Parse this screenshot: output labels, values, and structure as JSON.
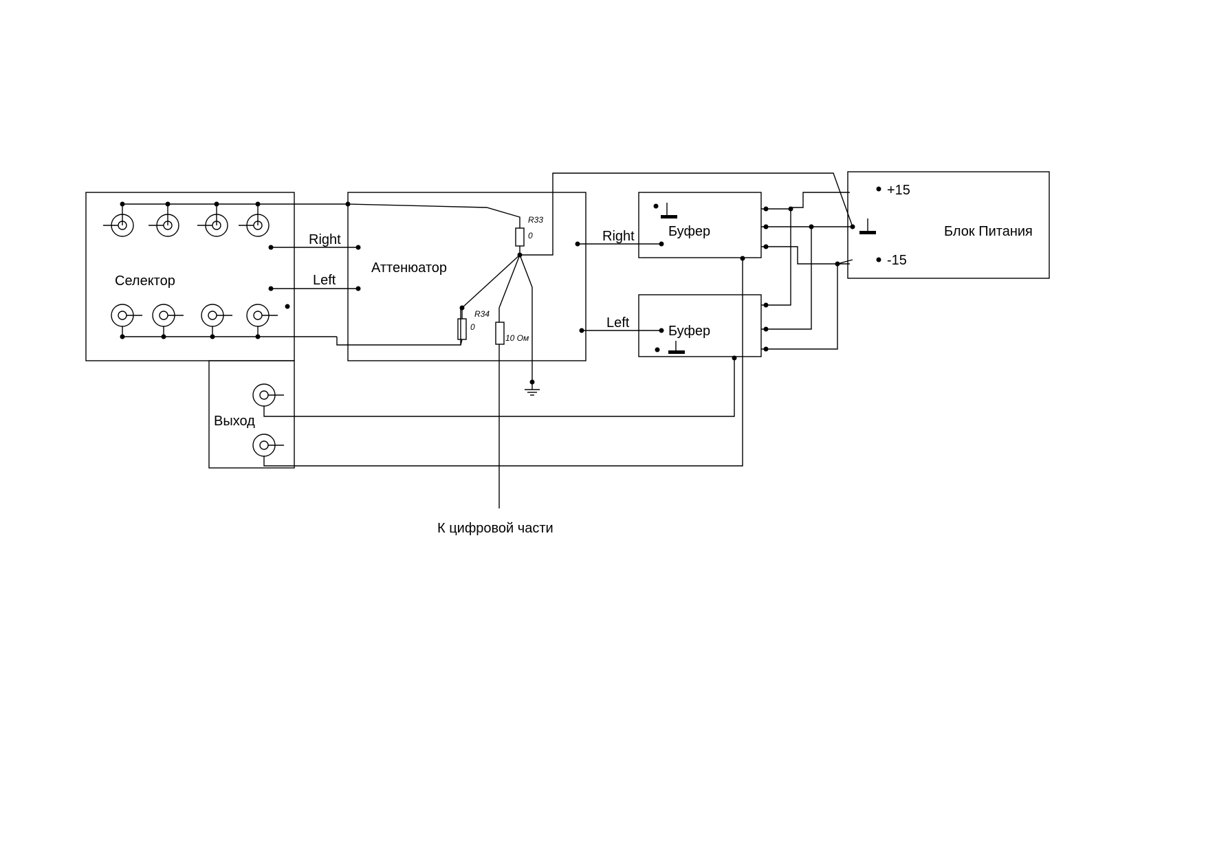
{
  "blocks": {
    "selector": "Селектор",
    "output": "Выход",
    "attenuator": "Аттенюатор",
    "buffer_top": "Буфер",
    "buffer_bottom": "Буфер",
    "power": "Блок Питания"
  },
  "signals": {
    "right_1": "Right",
    "left_1": "Left",
    "right_2": "Right",
    "left_2": "Left"
  },
  "power_pins": {
    "plus": "+15",
    "minus": "-15"
  },
  "components": {
    "r33_name": "R33",
    "r33_value": "0",
    "r34_name": "R34",
    "r34_value": "0",
    "r_ohm_value": "10 Ом"
  },
  "note": "К цифровой части"
}
